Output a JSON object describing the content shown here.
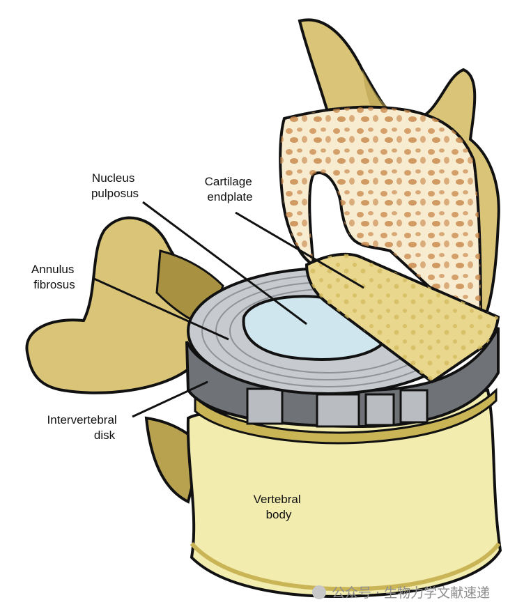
{
  "labels": {
    "nucleus_line1": "Nucleus",
    "nucleus_line2": "pulposus",
    "cartilage_line1": "Cartilage",
    "cartilage_line2": "endplate",
    "annulus_line1": "Annulus",
    "annulus_line2": "fibrosus",
    "disk_line1": "Intervertebral",
    "disk_line2": "disk",
    "vertebral_line1": "Vertebral",
    "vertebral_line2": "body"
  },
  "watermark": {
    "text": "公众号 · 生物力学文献速递"
  },
  "colors": {
    "bone": "#d9c477",
    "bone_dark": "#b9a24f",
    "body": "#f2ecae",
    "cancellous": "#f7eccf",
    "pore": "#c9874a",
    "annulus": "#c7cbcf",
    "annulus_dark": "#6f7378",
    "nucleus": "#cfe6ee",
    "endplate": "#e9d78e",
    "outline": "#111111"
  }
}
